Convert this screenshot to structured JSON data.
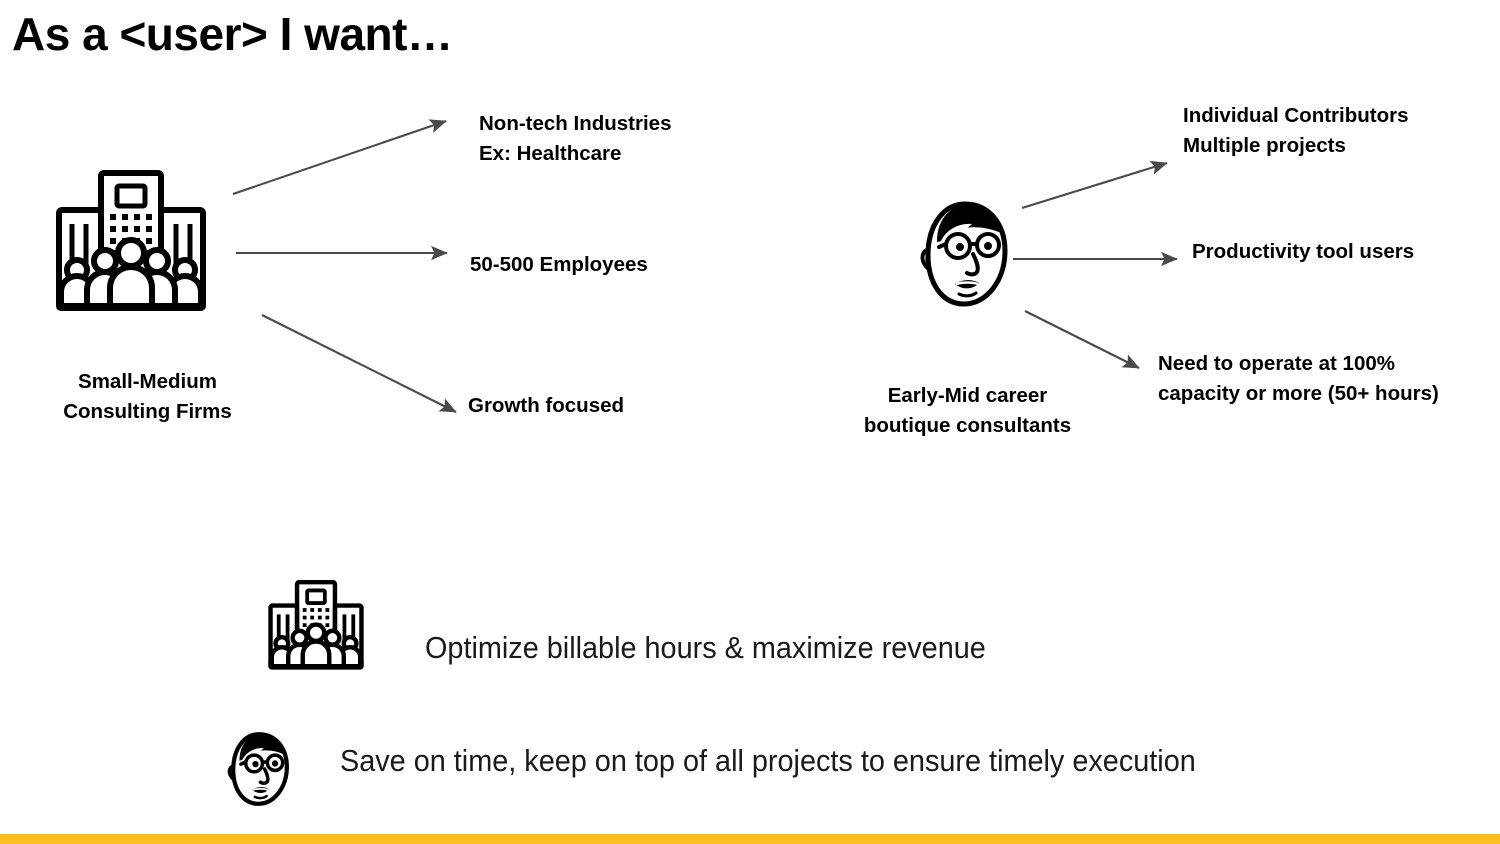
{
  "slide": {
    "title": "As a <user> I want…",
    "accent_color": "#FDBE21",
    "arrow_color": "#4a4a4a",
    "text_color": "#000000"
  },
  "left_cluster": {
    "icon_name": "company-building-icon",
    "caption": "Small-Medium\nConsulting Firms",
    "branches": [
      {
        "label": "Non-tech Industries\nEx: Healthcare"
      },
      {
        "label": "50-500 Employees"
      },
      {
        "label": "Growth focused"
      }
    ]
  },
  "right_cluster": {
    "icon_name": "consultant-face-icon",
    "caption": "Early-Mid career\nboutique consultants",
    "branches": [
      {
        "label": "Individual Contributors\nMultiple projects"
      },
      {
        "label": "Productivity tool users"
      },
      {
        "label": "Need to operate at 100% capacity or more (50+ hours)"
      }
    ]
  },
  "statements": [
    {
      "icon_name": "company-building-icon",
      "text": "Optimize billable hours & maximize revenue"
    },
    {
      "icon_name": "consultant-face-icon",
      "text": "Save on time, keep on top of all projects to ensure timely execution"
    }
  ]
}
